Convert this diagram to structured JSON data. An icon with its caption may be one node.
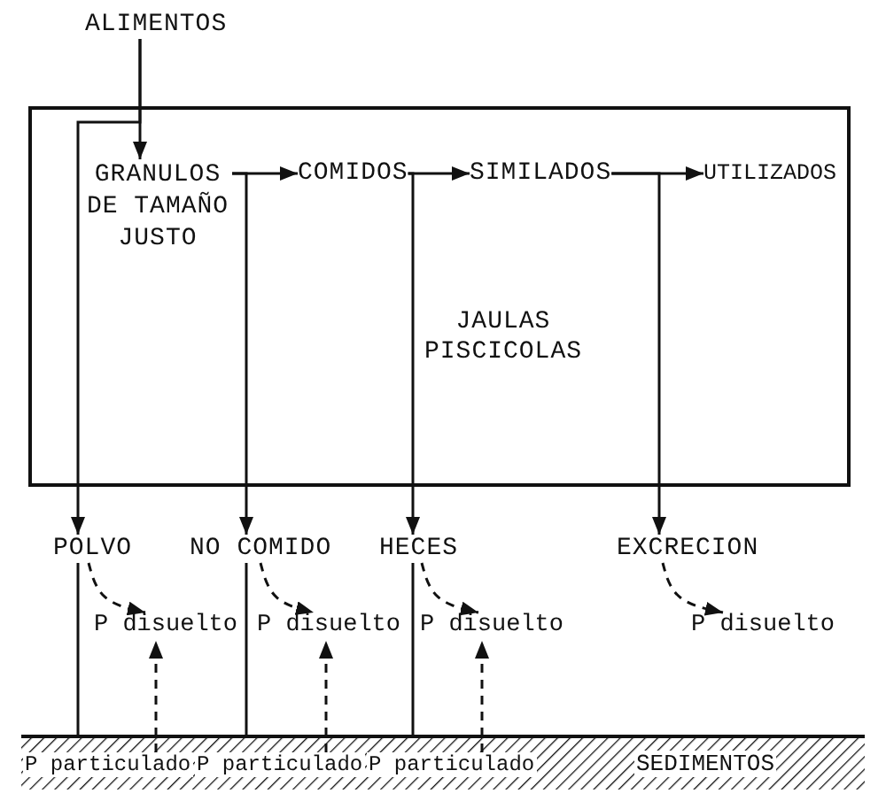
{
  "diagram": {
    "nodes": [
      {
        "text": [
          "ALIMENTOS"
        ]
      },
      {
        "text": [
          "JAULAS PISCICOLAS"
        ]
      },
      {
        "text": [
          "GRANULOS DE TAMAÑO JUSTO"
        ],
        "in": 1
      },
      {
        "text": [
          "COMIDOS"
        ],
        "in": 1
      },
      {
        "text": [
          "SIMILADOS"
        ],
        "in": 1
      },
      {
        "text": [
          "UTILIZADOS"
        ],
        "in": 1
      },
      {
        "text": [
          "POLVO"
        ]
      },
      {
        "text": [
          "NO COMIDO"
        ]
      },
      {
        "text": [
          "HECES"
        ]
      },
      {
        "text": [
          "EXCRECION"
        ]
      },
      {
        "text": [
          "P disuelto"
        ]
      },
      {
        "text": [
          "P disuelto"
        ]
      },
      {
        "text": [
          "P disuelto"
        ]
      },
      {
        "text": [
          "P disuelto"
        ]
      },
      {
        "text": [
          "SEDIMENTOS"
        ]
      },
      {
        "text": [
          "P particulado"
        ],
        "in": 14
      },
      {
        "text": [
          "P particulado"
        ],
        "in": 14
      },
      {
        "text": [
          "P particulado"
        ],
        "in": 14
      }
    ],
    "edges": [
      {
        "from": 0,
        "to": 2,
        "arrow": "to"
      },
      {
        "from": 0,
        "to": 6,
        "arrow": "to"
      },
      {
        "from": 2,
        "to": 3,
        "arrow": "to"
      },
      {
        "from": 2,
        "to": 7,
        "arrow": "to"
      },
      {
        "from": 3,
        "to": 4,
        "arrow": "to"
      },
      {
        "from": 3,
        "to": 8,
        "arrow": "to"
      },
      {
        "from": 4,
        "to": 5,
        "arrow": "to"
      },
      {
        "from": 4,
        "to": 9,
        "arrow": "to"
      },
      {
        "from": 6,
        "to": 14,
        "arrow": "none"
      },
      {
        "from": 7,
        "to": 14,
        "arrow": "none"
      },
      {
        "from": 8,
        "to": 14,
        "arrow": "none"
      },
      {
        "from": 6,
        "to": 10,
        "arrow": "to",
        "style": "dashed"
      },
      {
        "from": 7,
        "to": 11,
        "arrow": "to",
        "style": "dashed"
      },
      {
        "from": 8,
        "to": 12,
        "arrow": "to",
        "style": "dashed"
      },
      {
        "from": 9,
        "to": 13,
        "arrow": "to",
        "style": "dashed"
      },
      {
        "from": 15,
        "to": 10,
        "arrow": "to",
        "style": "dashed"
      },
      {
        "from": 16,
        "to": 11,
        "arrow": "to",
        "style": "dashed"
      },
      {
        "from": 17,
        "to": 12,
        "arrow": "to",
        "style": "dashed"
      }
    ]
  }
}
